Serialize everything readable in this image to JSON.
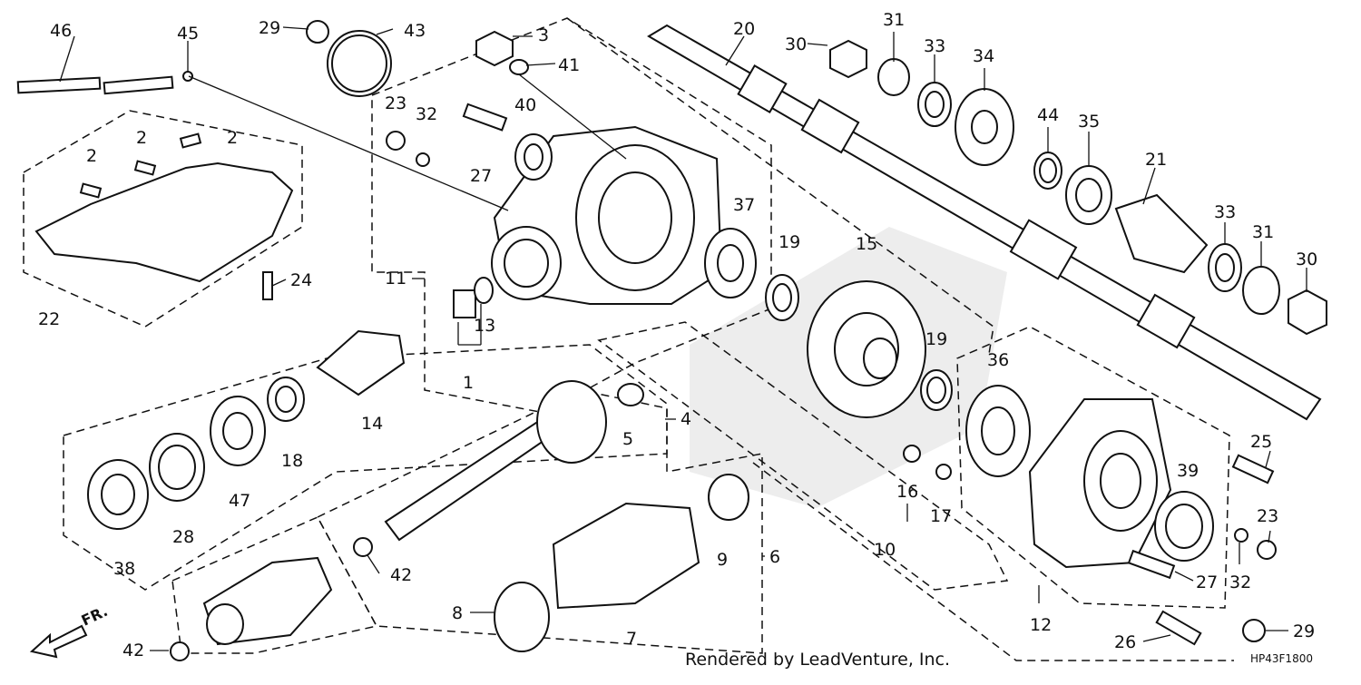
{
  "diagram": {
    "credit": "Rendered by LeadVenture, Inc.",
    "code": "HP43F1800",
    "direction": "FR.",
    "labels": {
      "l1": "1",
      "l2a": "2",
      "l2b": "2",
      "l2c": "2",
      "l3": "3",
      "l4": "4",
      "l5": "5",
      "l6": "6",
      "l7": "7",
      "l8": "8",
      "l9": "9",
      "l10": "10",
      "l11": "11",
      "l12": "12",
      "l13": "13",
      "l14": "14",
      "l15": "15",
      "l16": "16",
      "l17": "17",
      "l18": "18",
      "l19a": "19",
      "l19b": "19",
      "l20": "20",
      "l21": "21",
      "l22": "22",
      "l23a": "23",
      "l23b": "23",
      "l24": "24",
      "l25": "25",
      "l26": "26",
      "l27a": "27",
      "l27b": "27",
      "l28": "28",
      "l29a": "29",
      "l29b": "29",
      "l30a": "30",
      "l30b": "30",
      "l31a": "31",
      "l31b": "31",
      "l32a": "32",
      "l32b": "32",
      "l33a": "33",
      "l33b": "33",
      "l34": "34",
      "l35": "35",
      "l36": "36",
      "l37": "37",
      "l38": "38",
      "l39": "39",
      "l40": "40",
      "l41": "41",
      "l42a": "42",
      "l42b": "42",
      "l43": "43",
      "l44": "44",
      "l45": "45",
      "l46": "46",
      "l47": "47"
    }
  }
}
